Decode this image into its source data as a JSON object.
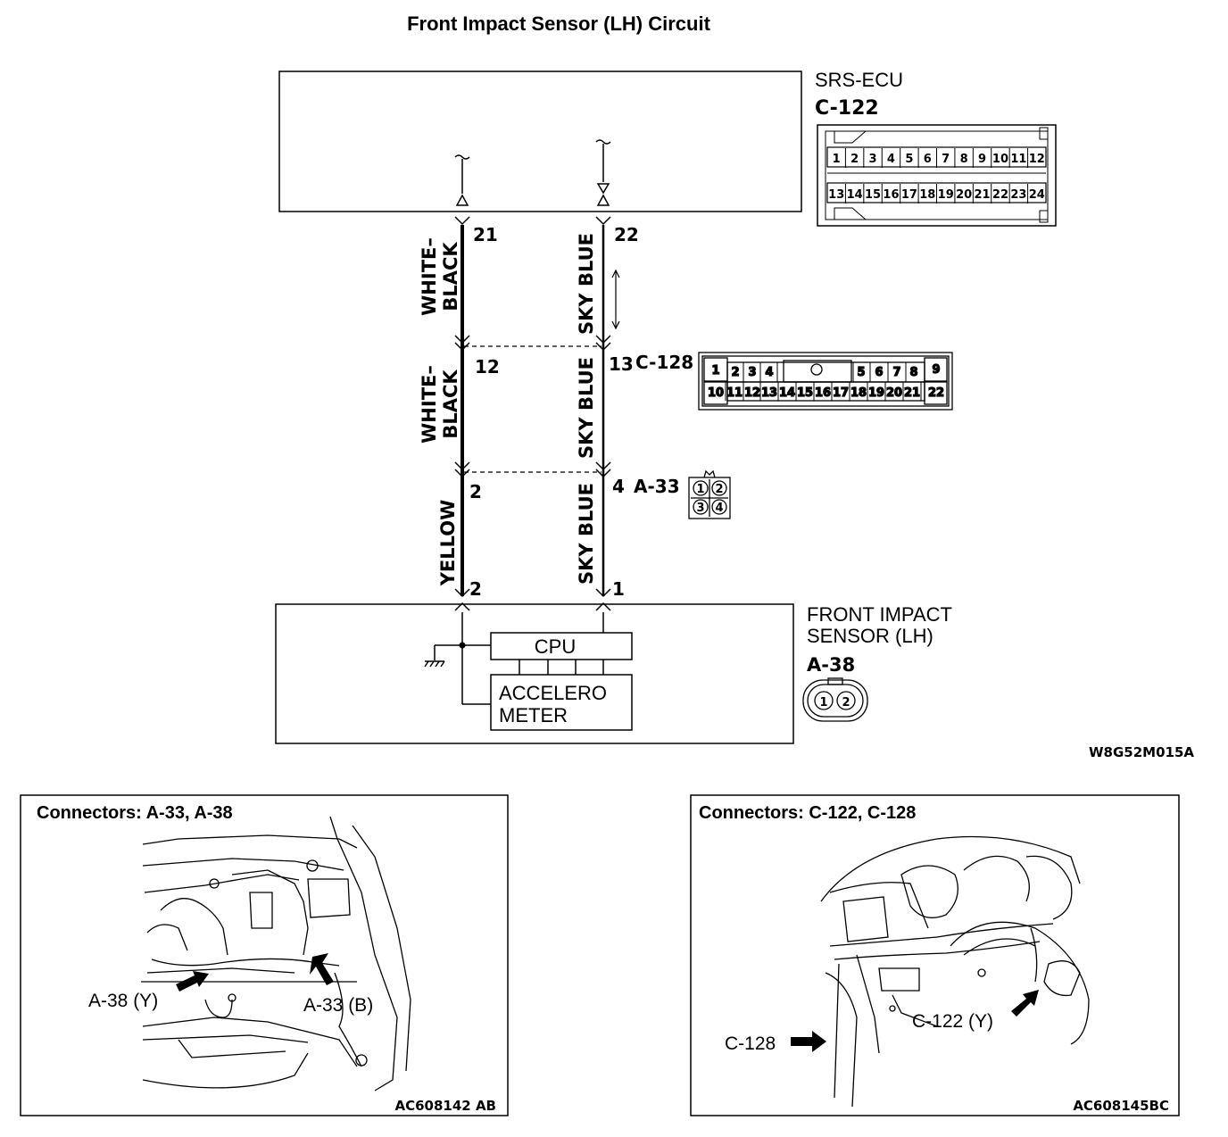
{
  "title": "Front Impact Sensor (LH) Circuit",
  "ecu": {
    "name": "SRS-ECU",
    "connector": "C-122",
    "pins_row1": [
      "1",
      "2",
      "3",
      "4",
      "5",
      "6",
      "7",
      "8",
      "9",
      "10",
      "11",
      "12"
    ],
    "pins_row2": [
      "13",
      "14",
      "15",
      "16",
      "17",
      "18",
      "19",
      "20",
      "21",
      "22",
      "23",
      "24"
    ]
  },
  "c128": {
    "label": "C-128",
    "top": [
      "1",
      "2",
      "3",
      "4",
      "5",
      "6",
      "7",
      "8",
      "9"
    ],
    "bottom": [
      "10",
      "11",
      "12",
      "13",
      "14",
      "15",
      "16",
      "17",
      "18",
      "19",
      "20",
      "21",
      "22"
    ]
  },
  "a33": {
    "label": "A-33",
    "pins": [
      "1",
      "2",
      "3",
      "4"
    ]
  },
  "sensor": {
    "name_line1": "FRONT IMPACT",
    "name_line2": "SENSOR (LH)",
    "connector": "A-38",
    "cpu": "CPU",
    "accel_line1": "ACCELERO",
    "accel_line2": "METER",
    "pins": [
      "1",
      "2"
    ]
  },
  "wires": {
    "left": {
      "seg1_color": "WHITE–\nBLACK",
      "seg1_l1": "WHITE–",
      "seg1_l2": "BLACK",
      "seg2_l1": "WHITE–",
      "seg2_l2": "BLACK",
      "seg3": "YELLOW",
      "pin_ecu": "21",
      "pin_c128": "12",
      "pin_a33": "2",
      "pin_sensor": "2"
    },
    "right": {
      "seg1": "SKY BLUE",
      "seg2": "SKY BLUE",
      "seg3": "SKY BLUE",
      "pin_ecu": "22",
      "pin_c128": "13",
      "pin_a33": "4",
      "pin_sensor": "1"
    }
  },
  "diagram_code": "W8G52M015A",
  "panel_left": {
    "title": "Connectors: A-33, A-38",
    "label_a38": "A-38 (Y)",
    "label_a33": "A-33 (B)",
    "code": "AC608142 AB"
  },
  "panel_right": {
    "title": "Connectors: C-122, C-128",
    "label_c128": "C-128",
    "label_c122": "C-122 (Y)",
    "code": "AC608145BC"
  }
}
